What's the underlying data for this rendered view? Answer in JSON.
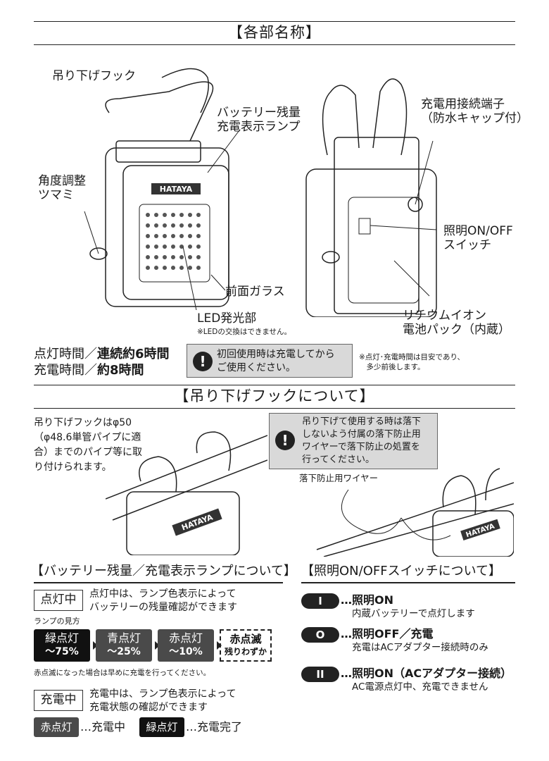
{
  "sections": {
    "parts": "【各部名称】",
    "hook": "【吊り下げフックについて】",
    "battery": "【バッテリー残量／充電表示ランプについて】",
    "switch": "【照明ON/OFFスイッチについて】"
  },
  "parts": {
    "hook_label": "吊り下げフック",
    "battery_lamp_label": "バッテリー残量\n充電表示ランプ",
    "angle_knob_label": "角度調整\nツマミ",
    "front_glass_label": "前面ガラス",
    "led_label": "LED発光部",
    "led_note": "※LEDの交換はできません。",
    "charge_port_label": "充電用接続端子\n（防水キャップ付）",
    "switch_label": "照明ON/OFF\nスイッチ",
    "battery_pack_label": "リチウムイオン\n電池パック（内蔵）",
    "brand_text": "HATAYA"
  },
  "times": {
    "light_prefix": "点灯時間／",
    "light_value": "連続約6時間",
    "charge_prefix": "充電時間／",
    "charge_value": "約8時間"
  },
  "first_use_notice": "初回使用時は充電してから\nご使用ください。",
  "time_note": "※点灯･充電時間は目安であり、\n　多少前後します。",
  "hook_section": {
    "desc": "吊り下げフックはφ50\n（φ48.6単管パイプに適\n合）までのパイプ等に取\nり付けられます。",
    "warning": "吊り下げて使用する時は落下\nしないよう付属の落下防止用\nワイヤーで落下防止の処置を\n行ってください。",
    "wire_label": "落下防止用ワイヤー"
  },
  "battery_section": {
    "lit_label": "点灯中",
    "lit_desc": "点灯中は、ランプ色表示によって\nバッテリーの残量確認ができます",
    "view_label": "ランプの見方",
    "lamps": [
      {
        "name": "緑点灯",
        "value": "〜75%"
      },
      {
        "name": "青点灯",
        "value": "〜25%"
      },
      {
        "name": "赤点灯",
        "value": "〜10%"
      }
    ],
    "blink_name": "赤点滅",
    "blink_value": "残りわずか",
    "blink_note": "赤点滅になった場合は早めに充電を行ってください。",
    "charging_label": "充電中",
    "charging_desc": "充電中は、ランプ色表示によって\n充電状態の確認ができます",
    "red_tag": "赤点灯",
    "red_text": "…充電中",
    "green_tag": "緑点灯",
    "green_text": "…充電完了"
  },
  "switch_section": {
    "items": [
      {
        "symbol": "I",
        "title": "…照明ON",
        "desc": "内蔵バッテリーで点灯します"
      },
      {
        "symbol": "O",
        "title": "…照明OFF／充電",
        "desc": "充電はACアダプター接続時のみ"
      },
      {
        "symbol": "II",
        "title": "…照明ON（ACアダプター接続）",
        "desc": "AC電源点灯中、充電できません"
      }
    ]
  },
  "colors": {
    "dark_tag": "#222222",
    "lamp_gray": "#4a4a4a",
    "notice_bg": "#d9d9d9"
  }
}
